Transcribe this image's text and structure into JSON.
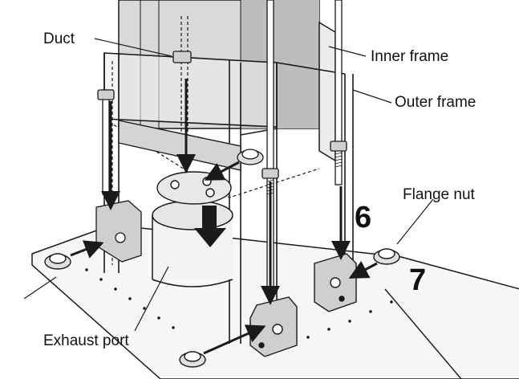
{
  "labels": {
    "duct": "Duct",
    "inner_frame": "Inner frame",
    "outer_frame": "Outer frame",
    "flange_nut": "Flange nut",
    "exhaust_port": "Exhaust port"
  },
  "steps": {
    "six": "6",
    "seven": "7"
  },
  "colors": {
    "line": "#1a1a1a",
    "duct_fill": "#d9d9d9",
    "duct_shadow": "#bdbdbd",
    "frame_fill": "#ececec",
    "metal_fill": "#cfcfcf",
    "background": "#ffffff"
  }
}
